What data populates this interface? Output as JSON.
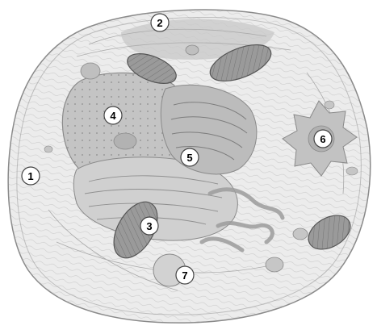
{
  "figure": {
    "structures": [
      {
        "name": "cell-membrane"
      },
      {
        "name": "cytoskeleton"
      },
      {
        "name": "nucleus"
      },
      {
        "name": "endoplasmic-reticulum"
      },
      {
        "name": "golgi-apparatus"
      },
      {
        "name": "mitochondrion"
      },
      {
        "name": "vesicle"
      }
    ]
  },
  "callouts": [
    {
      "id": "1",
      "label": "1"
    },
    {
      "id": "2",
      "label": "2"
    },
    {
      "id": "3",
      "label": "3"
    },
    {
      "id": "4",
      "label": "4"
    },
    {
      "id": "5",
      "label": "5"
    },
    {
      "id": "6",
      "label": "6"
    },
    {
      "id": "7",
      "label": "7"
    }
  ],
  "colors": {
    "membrane_fill": "#ececec",
    "outline": "#8a8a8a",
    "organelle_fill": "#c4c4c4",
    "mitochondria_fill": "#9a9a9a",
    "callout_fill": "#ffffff",
    "callout_stroke": "#444444"
  }
}
